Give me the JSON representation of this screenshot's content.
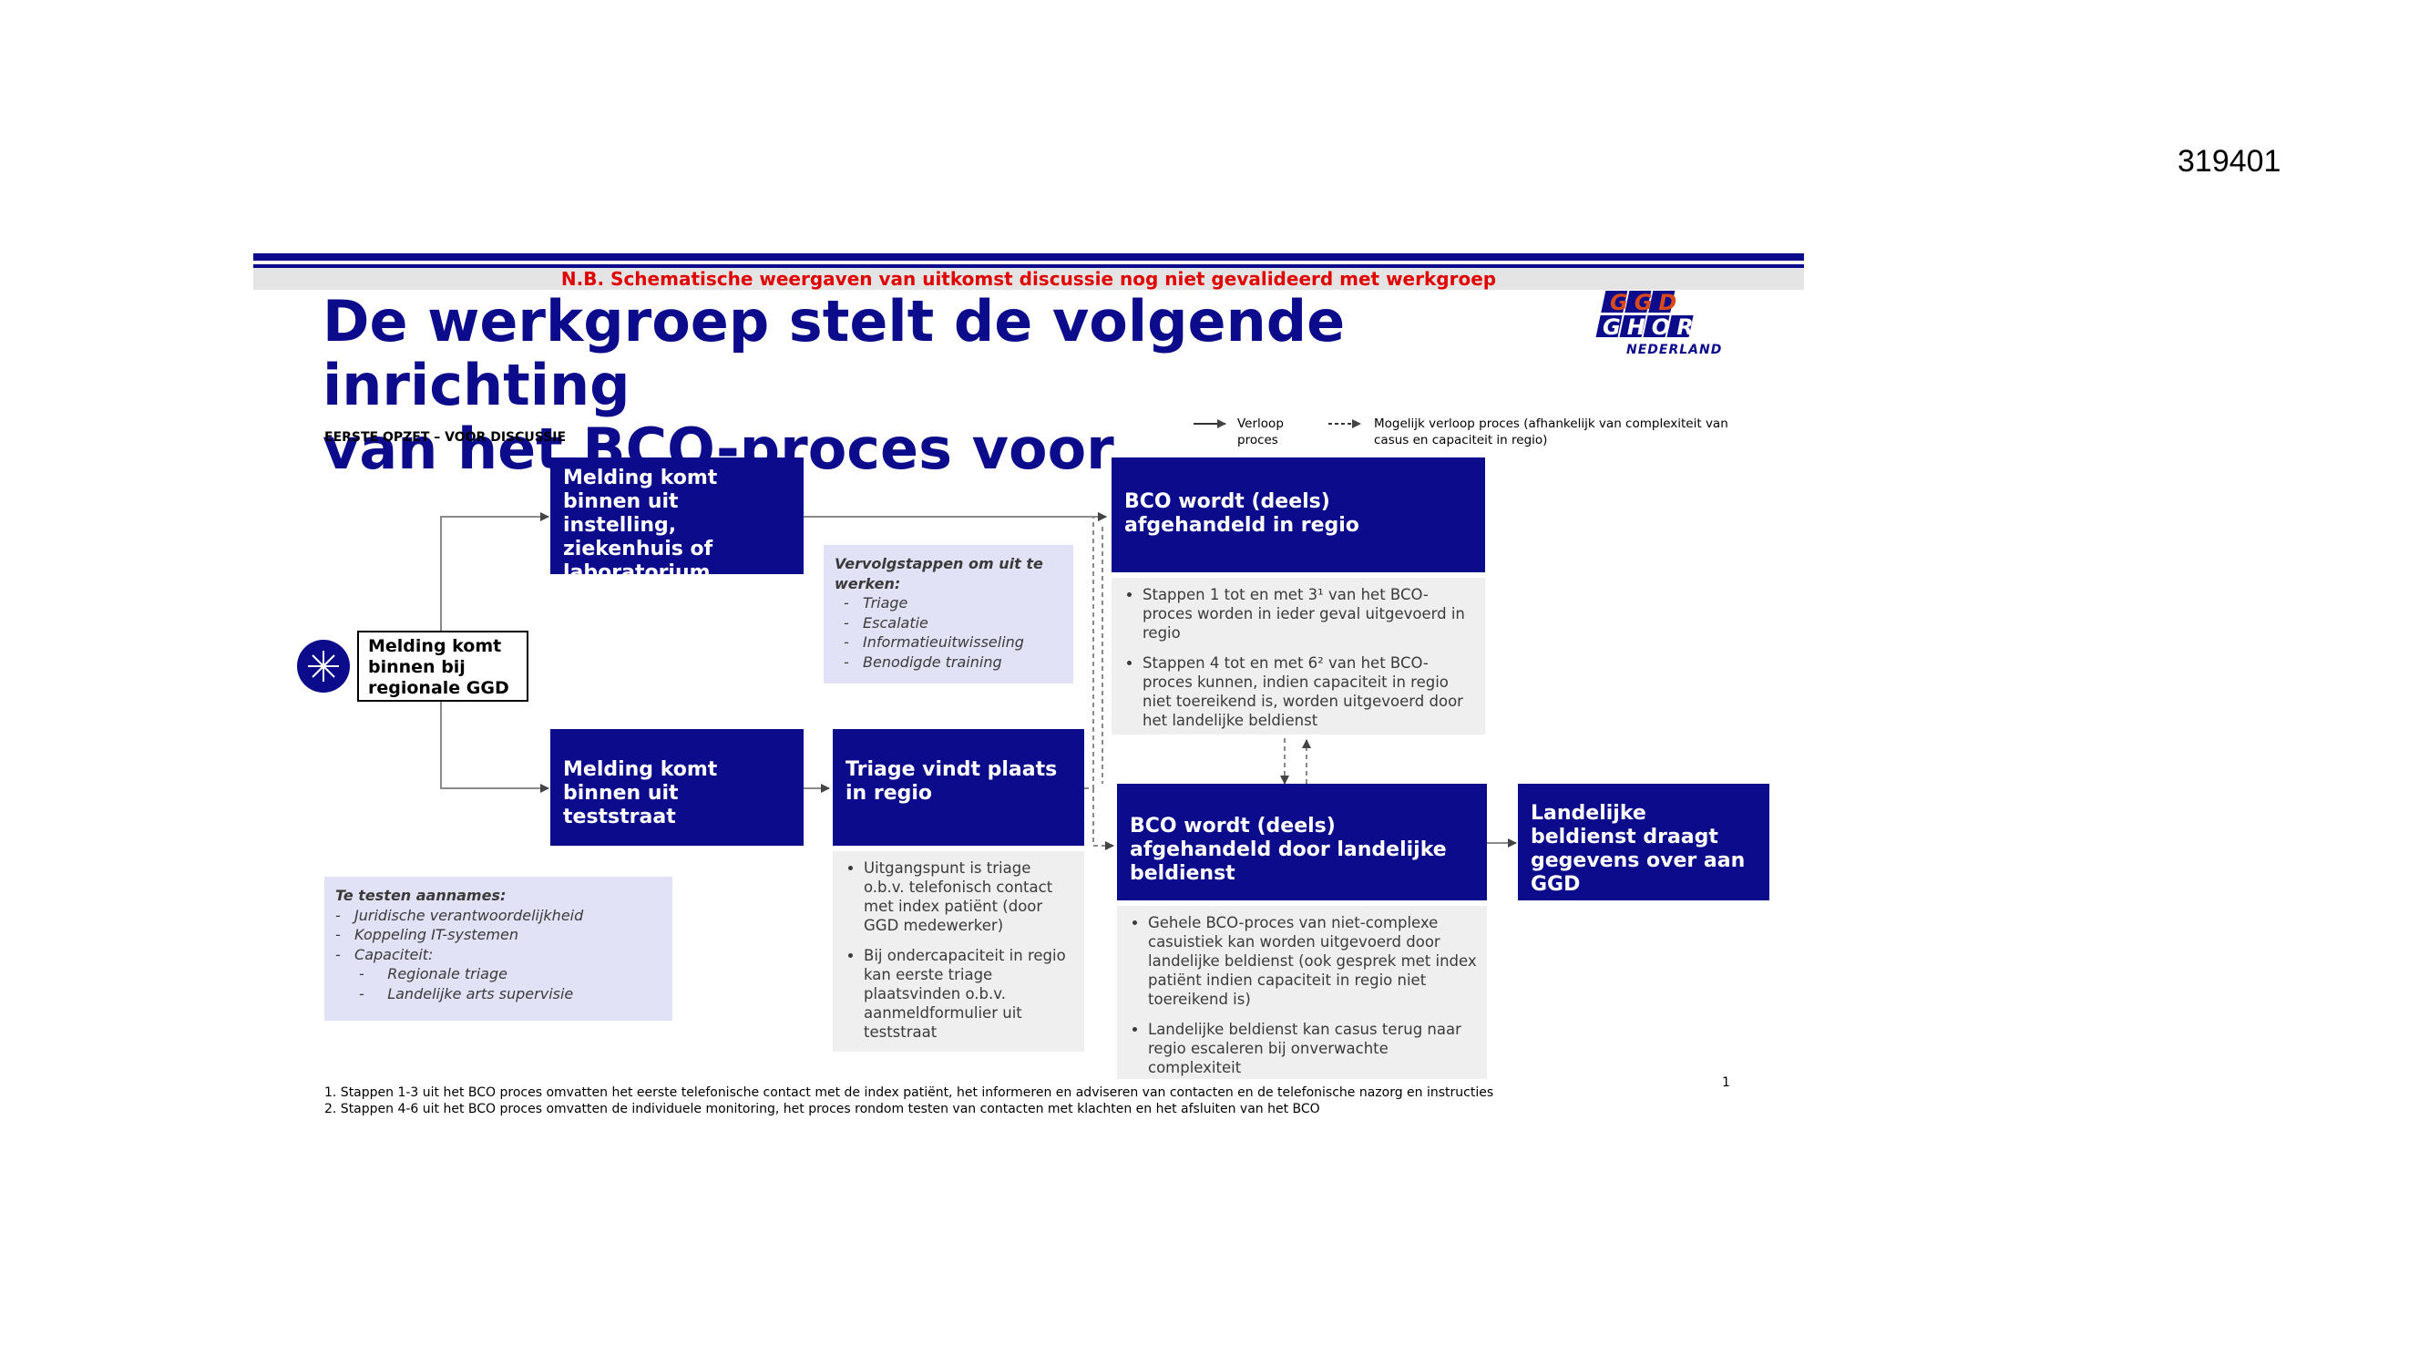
{
  "doc_id": "319401",
  "banner": "N.B. Schematische weergaven van uitkomst discussie nog niet gevalideerd met werkgroep",
  "title_line1": "De werkgroep stelt de volgende inrichting",
  "title_line2": "van het BCO-proces voor",
  "subtitle": "EERSTE OPZET – VOOR DISCUSSIE",
  "logo": {
    "line1": "GGD",
    "line2": "GHOR",
    "line3": "NEDERLAND"
  },
  "legend": {
    "solid_label_1": "Verloop",
    "solid_label_2": "proces",
    "dashed_label_1": "Mogelijk verloop proces (afhankelijk van complexiteit van",
    "dashed_label_2": "casus en capaciteit in regio)"
  },
  "start_node": {
    "icon": "asterisk-icon",
    "label": "Melding komt binnen bij regionale GGD"
  },
  "boxes": {
    "melding_instelling": "Melding komt binnen uit instelling, ziekenhuis of laboratorium",
    "melding_teststraat": "Melding komt binnen uit teststraat",
    "triage_regio": "Triage vindt plaats in regio",
    "bco_regio": "BCO wordt (deels) afgehandeld in regio",
    "bco_landelijk": "BCO wordt (deels) afgehandeld door landelijke beldienst",
    "landelijke_ggd": "Landelijke beldienst draagt gegevens over aan GGD"
  },
  "vervolg": {
    "heading": "Vervolgstappen om uit te werken:",
    "items": [
      "Triage",
      "Escalatie",
      "Informatieuitwisseling",
      "Benodigde training"
    ]
  },
  "aannames": {
    "heading": "Te testen aannames:",
    "items": [
      "Juridische verantwoordelijkheid",
      "Koppeling IT-systemen",
      "Capaciteit:"
    ],
    "subitems": [
      "Regionale triage",
      "Landelijke arts supervisie"
    ]
  },
  "notes_regio": [
    "Stappen 1 tot en met 3¹ van het BCO-proces worden in ieder geval uitgevoerd in regio",
    "Stappen 4 tot en met 6² van het BCO-proces kunnen, indien capaciteit in regio niet toereikend is, worden uitgevoerd door het landelijke beldienst"
  ],
  "notes_triage": [
    "Uitgangspunt is triage o.b.v. telefonisch contact met index patiënt (door GGD medewerker)",
    "Bij ondercapaciteit in regio kan eerste triage plaatsvinden o.b.v. aanmeldformulier uit teststraat"
  ],
  "notes_landelijk": [
    "Gehele BCO-proces van niet-complexe casuistiek kan worden uitgevoerd door landelijke beldienst (ook gesprek met index patiënt indien capaciteit in regio niet toereikend is)",
    "Landelijke beldienst kan casus terug naar regio escaleren bij onverwachte complexiteit"
  ],
  "footnotes": [
    "1.   Stappen 1-3 uit het BCO proces omvatten het eerste telefonische contact met de index patiënt, het informeren en adviseren van contacten en de telefonische nazorg en instructies",
    "2.   Stappen 4-6 uit het BCO proces omvatten de individuele monitoring, het proces rondom testen van contacten met klachten en het afsluiten van het BCO"
  ],
  "page_number": "1",
  "colors": {
    "navy": "#0b0b8c",
    "banner_text": "#e00000",
    "lavender": "#e2e2f6",
    "grey": "#efefef"
  }
}
